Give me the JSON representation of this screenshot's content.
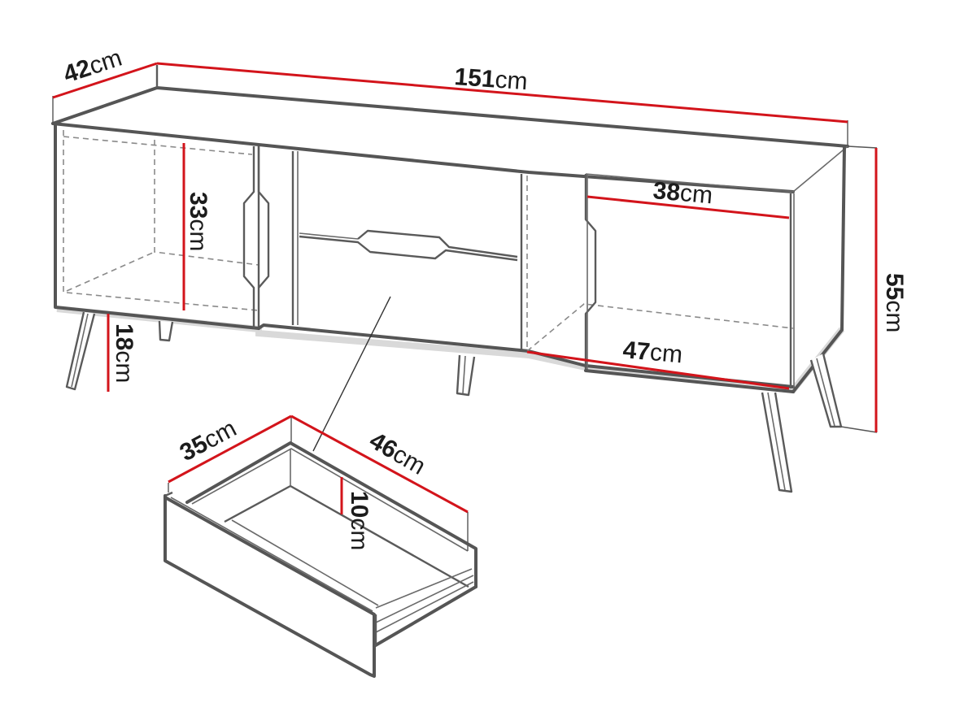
{
  "diagram": {
    "subject": "TV stand cabinet with drawer",
    "accent_color": "#d3141b",
    "line_color": "#555555"
  },
  "dimensions": {
    "depth": {
      "value": "42",
      "unit": "cm"
    },
    "width": {
      "value": "151",
      "unit": "cm"
    },
    "height": {
      "value": "55",
      "unit": "cm"
    },
    "interior_height": {
      "value": "33",
      "unit": "cm"
    },
    "leg_height": {
      "value": "18",
      "unit": "cm"
    },
    "compartment_width_top": {
      "value": "38",
      "unit": "cm"
    },
    "compartment_width_bottom": {
      "value": "47",
      "unit": "cm"
    },
    "drawer_width": {
      "value": "35",
      "unit": "cm"
    },
    "drawer_depth": {
      "value": "46",
      "unit": "cm"
    },
    "drawer_height": {
      "value": "10",
      "unit": "cm"
    }
  }
}
